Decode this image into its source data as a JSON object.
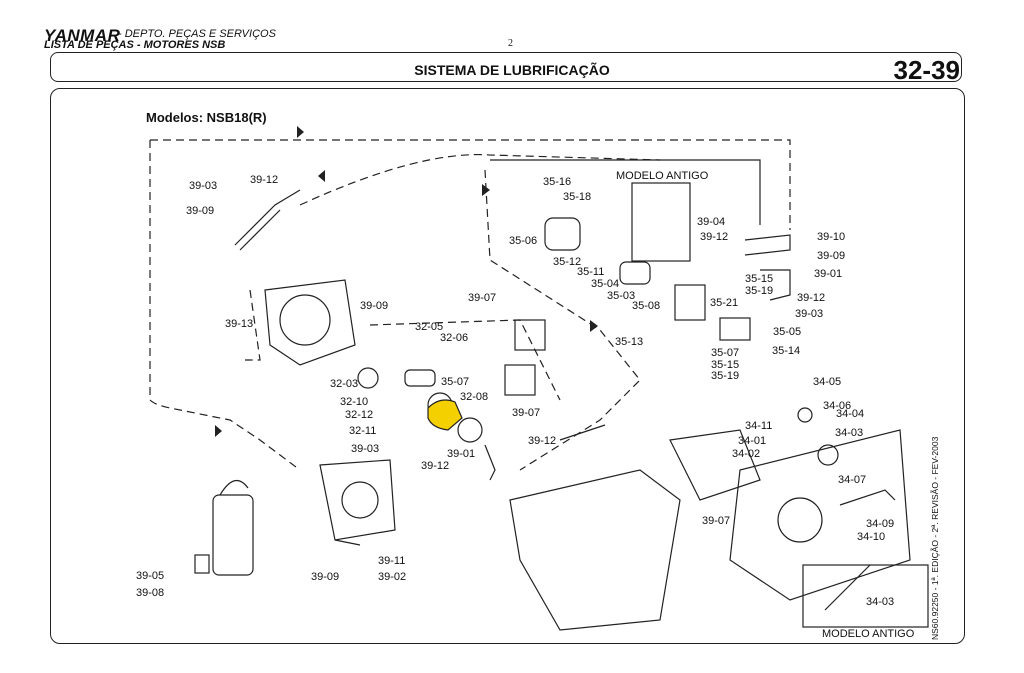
{
  "header": {
    "brand": "YANMAR",
    "department": "- DEPTO. PEÇAS E SERVIÇOS",
    "list_title": "LISTA DE PEÇAS - MOTORES NSB",
    "page_number": "2",
    "section_title": "SISTEMA DE LUBRIFICAÇÃO",
    "section_code": "32-39"
  },
  "models_label": "Modelos: NSB18(R)",
  "side_note": "NS60.92250 - 1ª. EDIÇÃO - 2ª. REVISÃO - FEV-2003",
  "captions": {
    "old_model_top": "MODELO ANTIGO",
    "old_model_bottom": "MODELO ANTIGO"
  },
  "part_labels": [
    "39-03",
    "39-12",
    "39-09",
    "39-13",
    "39-09",
    "32-05",
    "32-06",
    "32-03",
    "32-10",
    "32-12",
    "32-11",
    "39-03",
    "39-12",
    "39-01",
    "35-07",
    "32-08",
    "39-07",
    "39-07",
    "35-16",
    "35-18",
    "35-06",
    "35-12",
    "35-11",
    "35-04",
    "35-03",
    "35-08",
    "39-04",
    "39-12",
    "39-10",
    "39-09",
    "39-01",
    "35-15",
    "35-19",
    "35-21",
    "39-12",
    "39-03",
    "35-05",
    "35-13",
    "35-07",
    "35-15",
    "35-19",
    "35-14",
    "34-05",
    "34-06",
    "34-04",
    "34-03",
    "34-11",
    "34-01",
    "34-02",
    "34-07",
    "39-12",
    "39-07",
    "34-09",
    "34-10",
    "34-03",
    "39-11",
    "39-02",
    "39-09",
    "39-05",
    "39-08"
  ]
}
